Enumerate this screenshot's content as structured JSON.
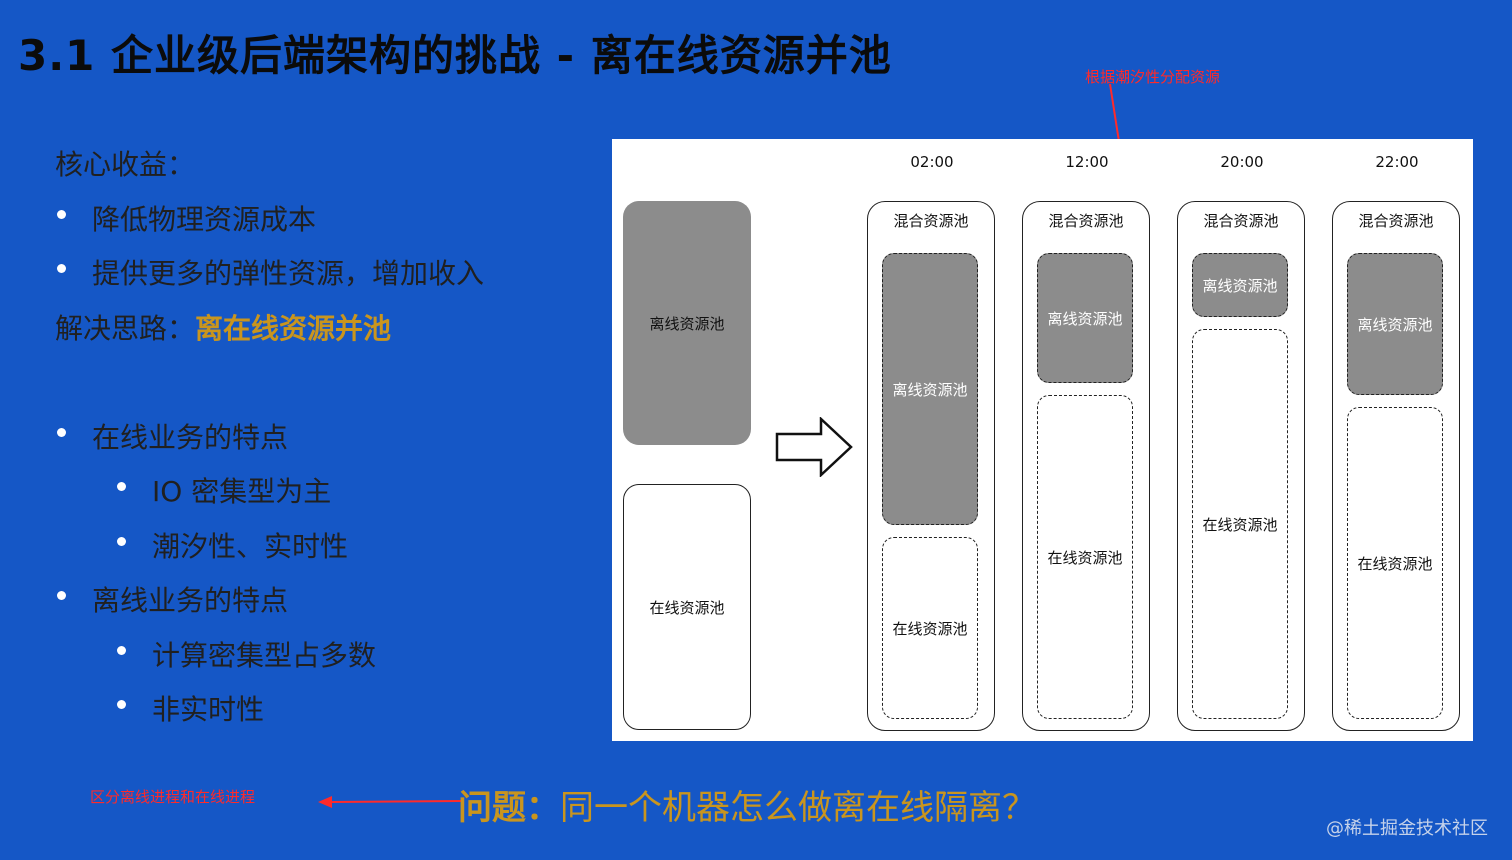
{
  "title": "3.1 企业级后端架构的挑战 - 离在线资源并池",
  "annotations": {
    "top": "根据潮汐性分配资源",
    "bottom": "区分离线进程和在线进程"
  },
  "left": {
    "core_benefit": "核心收益：",
    "benefits": [
      "降低物理资源成本",
      "提供更多的弹性资源，增加收入"
    ],
    "solution_label": "解决思路：",
    "solution_value": "离在线资源并池",
    "online_title": "在线业务的特点",
    "online_items": [
      "IO 密集型为主",
      "潮汐性、实时性"
    ],
    "offline_title": "离线业务的特点",
    "offline_items": [
      "计算密集型占多数",
      "非实时性"
    ]
  },
  "diagram": {
    "source_offline": "离线资源池",
    "source_online": "在线资源池",
    "columns": [
      {
        "time": "02:00",
        "label": "混合资源池",
        "offline": "离线资源池",
        "online": "在线资源池"
      },
      {
        "time": "12:00",
        "label": "混合资源池",
        "offline": "离线资源池",
        "online": "在线资源池"
      },
      {
        "time": "20:00",
        "label": "混合资源池",
        "offline": "离线资源池",
        "online": "在线资源池"
      },
      {
        "time": "22:00",
        "label": "混合资源池",
        "offline": "离线资源池",
        "online": "在线资源池"
      }
    ]
  },
  "question": {
    "label": "问题：",
    "text": "同一个机器怎么做离在线隔离？"
  },
  "watermark": "@稀土掘金技术社区",
  "colors": {
    "background": "#1557c6",
    "highlight": "#c9951e",
    "annotation": "#ff2a2a",
    "offline_pool": "#8c8c8c"
  }
}
